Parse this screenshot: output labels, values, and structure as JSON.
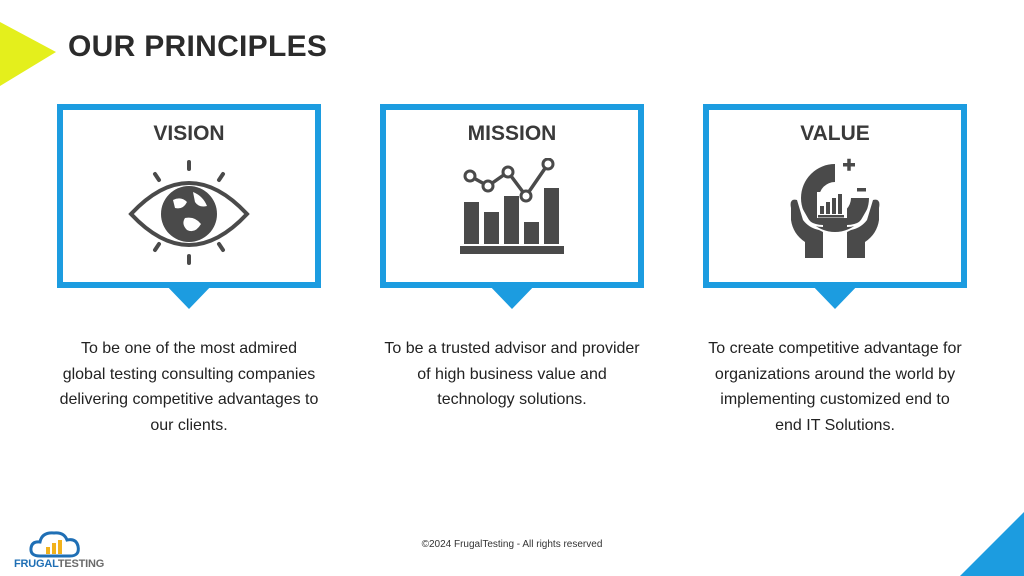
{
  "page": {
    "title": "OUR PRINCIPLES",
    "footer": "©2024 FrugalTesting - All rights reserved"
  },
  "colors": {
    "accent": "#1c9ce0",
    "corner_yellow": "#e4ef1c",
    "icon_gray": "#4a4a4a"
  },
  "cards": [
    {
      "heading": "VISION",
      "icon": "eye-globe-icon",
      "description": "To be one of the most admired global testing consulting companies delivering competitive advantages to our clients."
    },
    {
      "heading": "MISSION",
      "icon": "bar-line-chart-icon",
      "description": "To be a trusted advisor and provider of high business value and technology solutions."
    },
    {
      "heading": "VALUE",
      "icon": "hands-chart-icon",
      "description": "To create competitive advantage for organizations around the world by implementing customized end to end IT Solutions."
    }
  ],
  "logo": {
    "text_part1": "FRUGAL",
    "text_part2": "TESTING",
    "icon": "cloud-chart-logo-icon"
  }
}
